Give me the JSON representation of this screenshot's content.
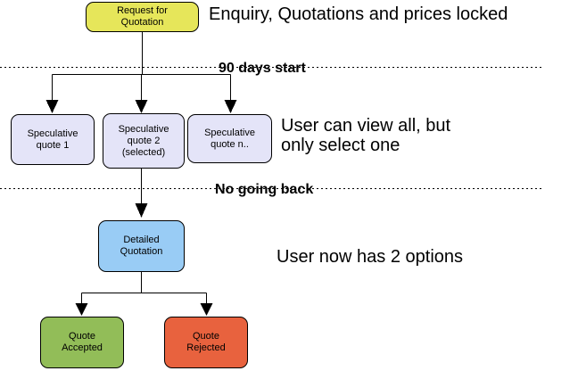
{
  "diagram": {
    "nodes": {
      "request": {
        "label": "Request for\nQuotation",
        "color": "#E6E65A"
      },
      "spec1": {
        "label": "Speculative\nquote 1",
        "color": "#E4E4F8"
      },
      "spec2": {
        "label": "Speculative\nquote 2\n(selected)",
        "color": "#E4E4F8"
      },
      "spec3": {
        "label": "Speculative\nquote n..",
        "color": "#E4E4F8"
      },
      "detailed": {
        "label": "Detailed\nQuotation",
        "color": "#99CCF5"
      },
      "accepted": {
        "label": "Quote\nAccepted",
        "color": "#92BD58"
      },
      "rejected": {
        "label": "Quote\nRejected",
        "color": "#E8623E"
      }
    },
    "annotations": {
      "enquiry": "Enquiry, Quotations and prices locked",
      "days_start": "90 days start",
      "view_all": "User can view all, but\nonly select one",
      "no_going_back": "No going back",
      "two_options": "User now has 2 options"
    },
    "colors": {
      "background": "#FFFFFF",
      "border": "#000000",
      "connector": "#000000",
      "text": "#000000"
    }
  }
}
